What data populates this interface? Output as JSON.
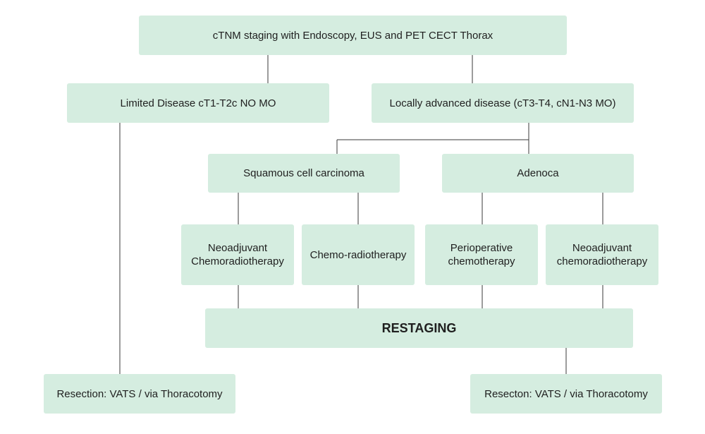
{
  "nodes": {
    "staging": "cTNM staging with Endoscopy, EUS and PET CECT Thorax",
    "limited": "Limited Disease cT1-T2c NO MO",
    "locally_advanced": "Locally advanced disease (cT3-T4, cN1-N3 MO)",
    "squamous": "Squamous cell carcinoma",
    "adenoca": "Adenoca",
    "neo_chemorad_sq": "Neoadjuvant Chemoradiotherapy",
    "chemo_rad": "Chemo-radiotherapy",
    "periop_chemo": "Perioperative chemotherapy",
    "neo_chemorad_ad": "Neoadjuvant chemoradiotherapy",
    "restaging": "RESTAGING",
    "resection_left": "Resection: VATS / via Thoracotomy",
    "resection_right": "Resecton: VATS / via Thoracotomy"
  },
  "colors": {
    "box_fill": "#d5ede0",
    "connector": "#3a3a3a"
  }
}
